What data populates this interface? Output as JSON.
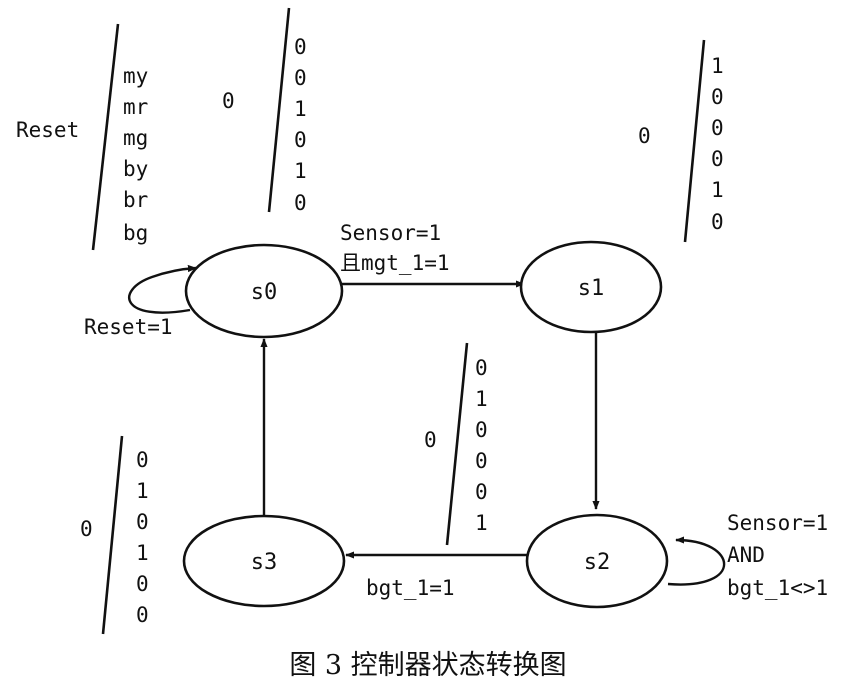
{
  "states": {
    "s0": "s0",
    "s1": "s1",
    "s2": "s2",
    "s3": "s3"
  },
  "legend": {
    "reset": "Reset",
    "signals": [
      "my",
      "mr",
      "mg",
      "by",
      "br",
      "bg"
    ]
  },
  "outputs": {
    "s0": {
      "reset": "0",
      "bits": [
        "0",
        "0",
        "1",
        "0",
        "1",
        "0"
      ]
    },
    "s1": {
      "reset": "0",
      "bits": [
        "1",
        "0",
        "0",
        "0",
        "1",
        "0"
      ]
    },
    "s2": {
      "reset": "0",
      "bits": [
        "0",
        "1",
        "0",
        "0",
        "0",
        "1"
      ]
    },
    "s3": {
      "reset": "0",
      "bits": [
        "0",
        "1",
        "0",
        "1",
        "0",
        "0"
      ]
    }
  },
  "transitions": {
    "s0_self": "Reset=1",
    "s0_s1": [
      "Sensor=1",
      "且mgt_1=1"
    ],
    "s2_self": [
      "Sensor=1",
      "AND",
      "bgt_1<>1"
    ],
    "s2_s3": "bgt_1=1"
  },
  "caption": "图 3  控制器状态转换图"
}
